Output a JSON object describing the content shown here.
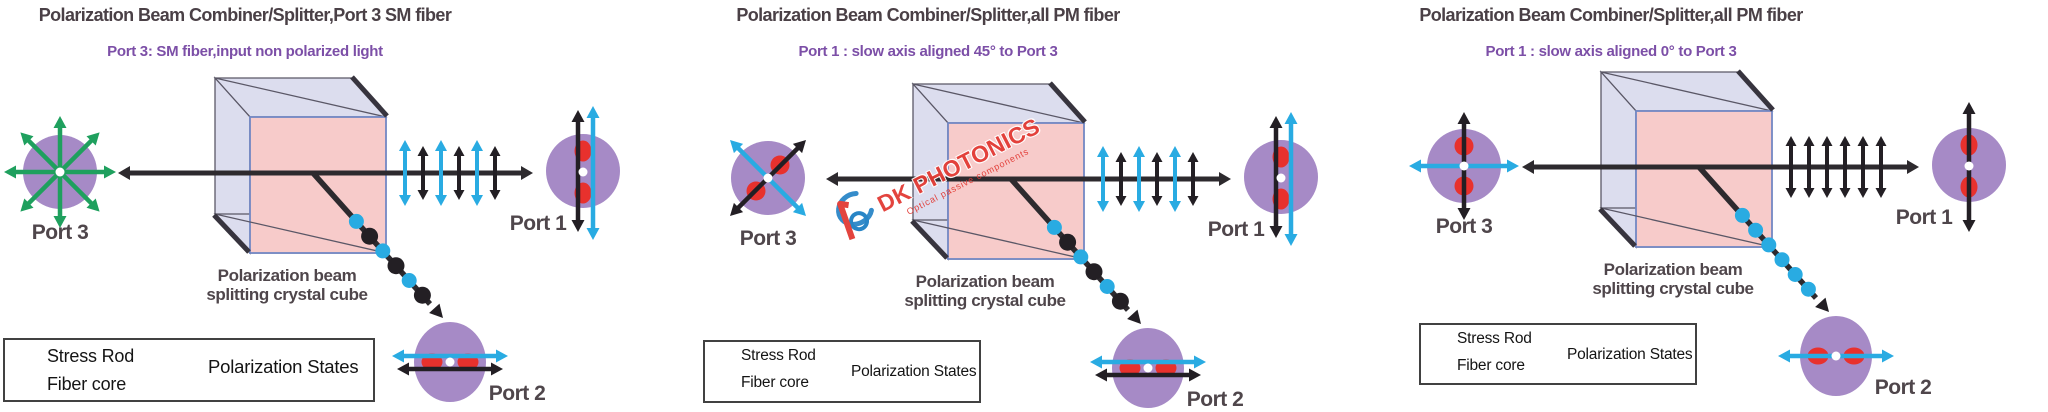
{
  "panels": [
    {
      "title": "Polarization Beam Combiner/Splitter,Port 3 SM fiber",
      "subtitle": "Port 3: SM fiber,input non polarized light",
      "port3_polarization": "unpolarized",
      "beam_polarization": "mixed",
      "split_dots": "mixed",
      "port1_polarization": "dual",
      "port2_polarization": "dual",
      "watermark": false
    },
    {
      "title": "Polarization Beam Combiner/Splitter,all PM fiber",
      "subtitle": "Port 1 : slow axis aligned 45° to Port 3",
      "port3_polarization": "dual-45",
      "beam_polarization": "mixed",
      "split_dots": "mixed",
      "port1_polarization": "dual",
      "port2_polarization": "dual",
      "watermark": true
    },
    {
      "title": "Polarization Beam Combiner/Splitter,all PM fiber",
      "subtitle": "Port 1 : slow axis aligned 0° to Port 3",
      "port3_polarization": "dual-0",
      "beam_polarization": "vertical-only",
      "split_dots": "horizontal-only",
      "port1_polarization": "vertical-only",
      "port2_polarization": "horizontal-only",
      "watermark": false
    }
  ],
  "ports": {
    "port1": "Port 1",
    "port2": "Port 2",
    "port3": "Port 3"
  },
  "cube_caption": {
    "line1": "Polarization beam",
    "line2": "splitting crystal cube"
  },
  "legend": {
    "stress_rod": "Stress Rod",
    "fiber_core": "Fiber core",
    "polarization_states": "Polarization States"
  },
  "watermark": {
    "brand": "DK PHOTONICS",
    "tagline": "Optical passive components"
  },
  "colors": {
    "title": "#4a4046",
    "subtitle": "#7c4fa7",
    "beam_black": "#2d2a2e",
    "vertical_pol_black": "#231f24",
    "horizontal_pol_cyan": "#29abe2",
    "unpolarized_green": "#1fa05e",
    "stress_rod_red": "#e8312d",
    "fiber_purple": "#a68ac6",
    "cube_pink": "#f7cbca",
    "cube_lavender": "#dcddee",
    "cube_edge": "#5a5766",
    "cube_blue_edge": "#7287c3",
    "watermark_red": "#e23a34",
    "watermark_blue": "#1d7fc4"
  }
}
